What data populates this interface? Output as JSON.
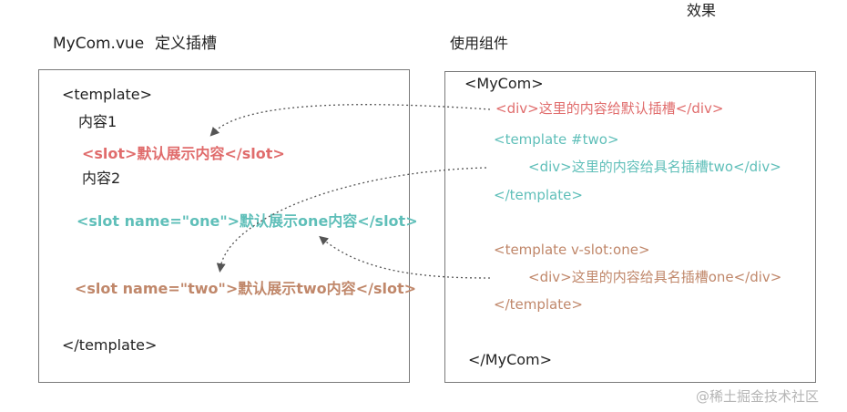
{
  "titles": {
    "effect": "效果",
    "left_file": "MyCom.vue",
    "left_desc": "定义插槽",
    "right_desc": "使用组件"
  },
  "left_panel": {
    "open_tag": "<template>",
    "content1": "内容1",
    "default_slot_tag_open": "<slot>",
    "default_slot_body": "默认展示内容",
    "default_slot_tag_close": "</slot>",
    "content2": "内容2",
    "slot_one": "<slot name=\"one\">默认展示one内容</slot>",
    "slot_two_tag_open": "<slot name=\"two\">",
    "slot_two_body": "默认展示two内容",
    "slot_two_tag_close": "</slot>",
    "close_tag": "</template>"
  },
  "right_panel": {
    "open_tag": "<MyCom>",
    "default_div": "<div>这里的内容给默认插槽</div>",
    "template_two_open": "<template #two>",
    "two_div": "<div>这里的内容给具名插槽two</div>",
    "template_two_close": "</template>",
    "template_one_open": "<template v-slot:one>",
    "one_div": "<div>这里的内容给具名插槽one</div>",
    "template_one_close": "</template>",
    "close_tag": "</MyCom>"
  },
  "watermark": "@稀土掘金技术社区",
  "colors": {
    "red": "#e06c6c",
    "teal": "#5fbfb9",
    "brown": "#c0876a",
    "text": "#222222",
    "border": "#7a7a7a",
    "arrow": "#555555"
  }
}
